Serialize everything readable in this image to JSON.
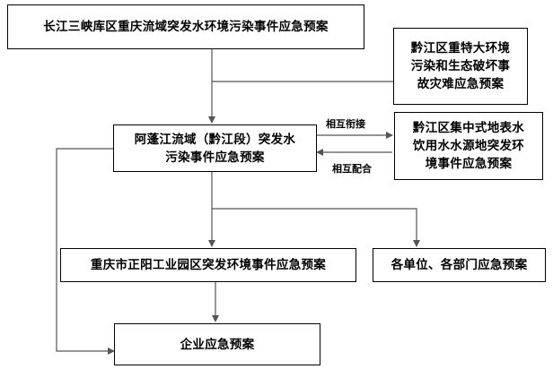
{
  "nodes": {
    "top": "长江三峡库区重庆流域突发水环境污染事件应急预案",
    "disaster": "黔江区重特大环境\n污染和生态破坏事\n故灾难应急预案",
    "main": "阿蓬江流域（黔江段）突发水\n污染事件应急预案",
    "drinking": "黔江区集中式地表水\n饮用水水源地突发环\n境事件应急预案",
    "industrial": "重庆市正阳工业园区突发环境事件应急预案",
    "departments": "各单位、各部门应急预案",
    "enterprise": "企业应急预案"
  },
  "edge_labels": {
    "link": "相互衔接",
    "cooperate": "相互配合"
  }
}
